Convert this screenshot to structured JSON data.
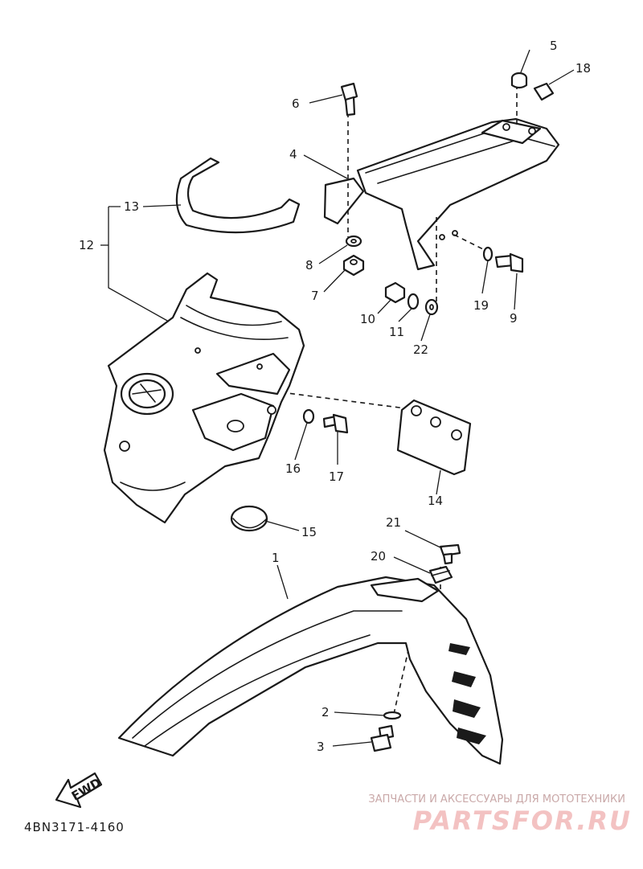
{
  "diagram": {
    "code": "4BN3171-4160",
    "fwd_label": "FWD",
    "callouts": [
      "1",
      "2",
      "3",
      "4",
      "5",
      "6",
      "7",
      "8",
      "9",
      "10",
      "11",
      "12",
      "13",
      "14",
      "15",
      "16",
      "17",
      "18",
      "19",
      "20",
      "21",
      "22"
    ]
  },
  "watermark": {
    "tagline": "ЗАПЧАСТИ И АКСЕССУАРЫ ДЛЯ МОТОТЕХНИКИ",
    "logo": "PARTSFOR.RU"
  }
}
